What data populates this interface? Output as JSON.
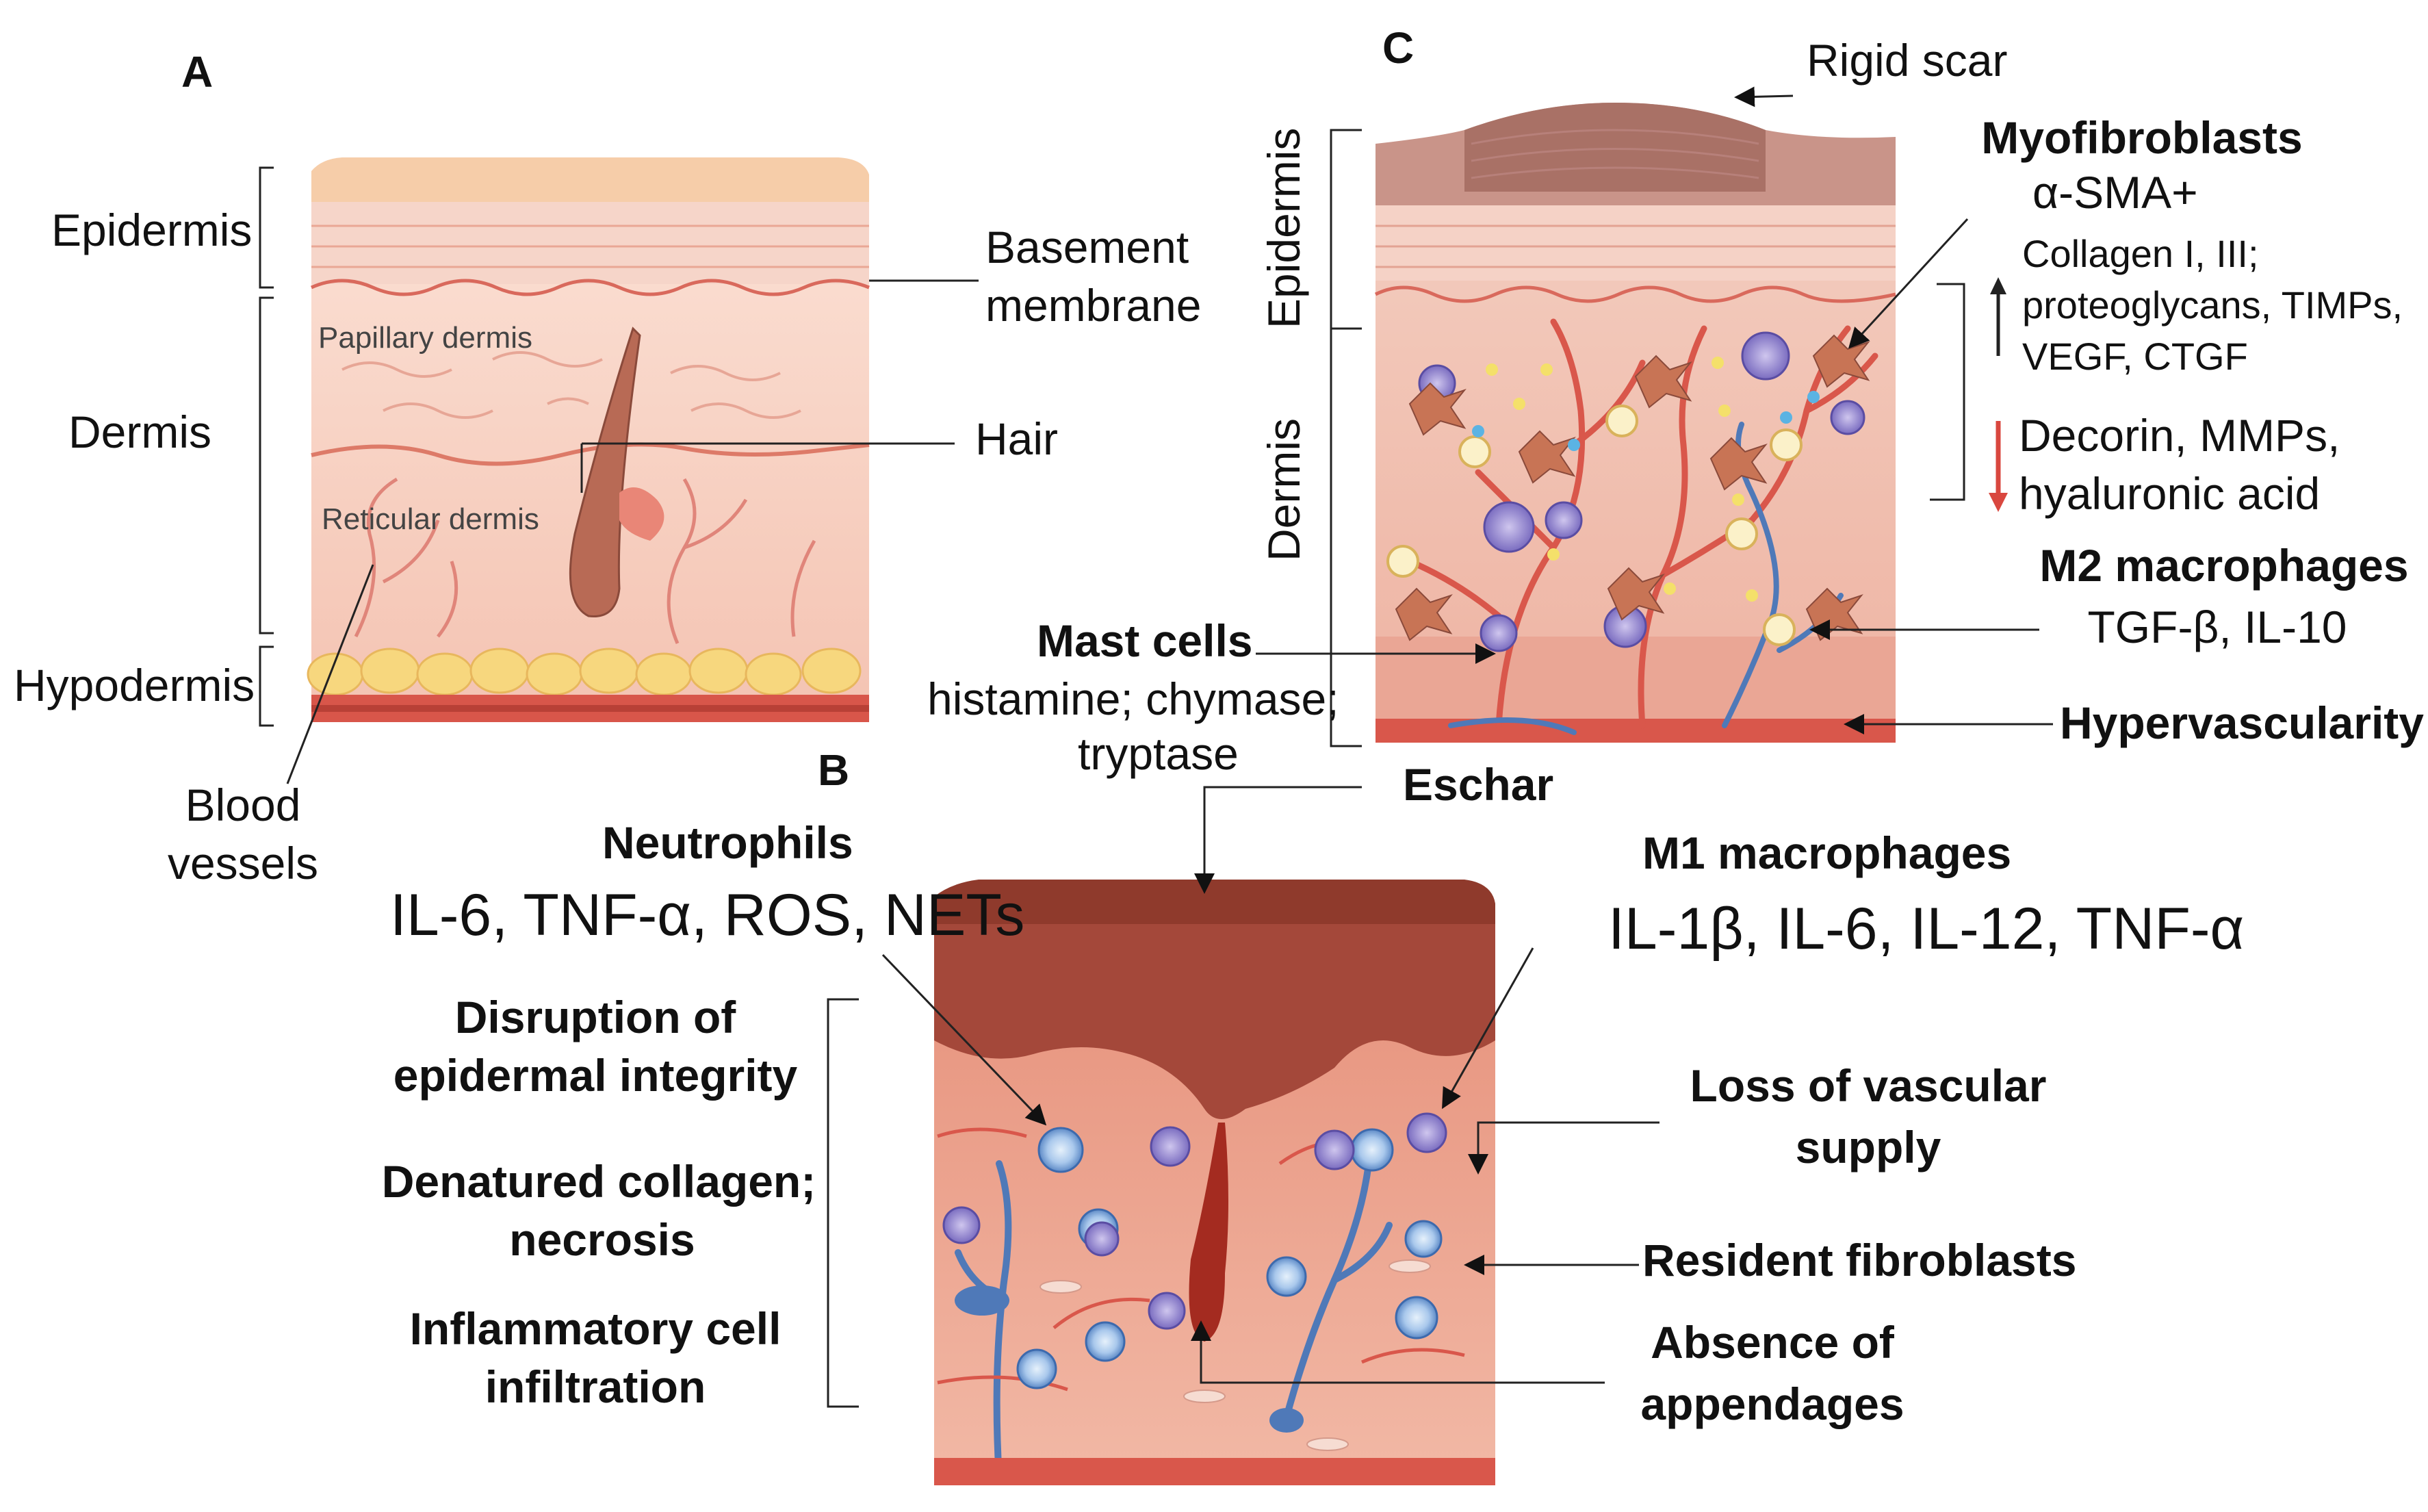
{
  "panel_a": {
    "letter": "A",
    "epidermis": "Epidermis",
    "dermis": "Dermis",
    "hypodermis": "Hypodermis",
    "papillary_dermis": "Papillary dermis",
    "reticular_dermis": "Reticular dermis",
    "basement_membrane_line1": "Basement",
    "basement_membrane_line2": "membrane",
    "hair": "Hair",
    "blood_vessels_line1": "Blood",
    "blood_vessels_line2": "vessels"
  },
  "panel_b": {
    "letter": "B",
    "eschar": "Eschar",
    "neutrophils_title": "Neutrophils",
    "neutrophils_markers": "IL-6, TNF-α, ROS, NETs",
    "m1_title": "M1 macrophages",
    "m1_markers": "IL-1β, IL-6, IL-12, TNF-α",
    "disruption_line1": "Disruption of",
    "disruption_line2": "epidermal integrity",
    "denatured_line1": "Denatured collagen;",
    "denatured_line2": "necrosis",
    "inflammatory_line1": "Inflammatory cell",
    "inflammatory_line2": "infiltration",
    "loss_vascular_line1": "Loss of vascular",
    "loss_vascular_line2": "supply",
    "resident_fibroblasts": "Resident fibroblasts",
    "absence_line1": "Absence of",
    "absence_line2": "appendages"
  },
  "panel_c": {
    "letter": "C",
    "rigid_scar": "Rigid scar",
    "epidermis": "Epidermis",
    "dermis": "Dermis",
    "myofibroblasts_title": "Myofibroblasts",
    "myofibroblasts_marker": "α-SMA+",
    "up_line1": "Collagen I, III;",
    "up_line2": "proteoglycans, TIMPs,",
    "up_line3": "VEGF, CTGF",
    "down_line1": "Decorin, MMPs,",
    "down_line2": "hyaluronic acid",
    "m2_title": "M2 macrophages",
    "m2_markers": "TGF-β, IL-10",
    "mast_title": "Mast cells",
    "mast_line1": "histamine; chymase;",
    "mast_line2": "tryptase",
    "hypervascularity": "Hypervascularity"
  },
  "colors": {
    "skin_light": "#f7d2c4",
    "skin_mid": "#f0b7a6",
    "epidermis_top": "#f5c9a9",
    "fat": "#f7d77e",
    "vessel_red": "#d9574b",
    "vessel_blue": "#4f79b8",
    "eschar": "#8f3a2c",
    "scar": "#c48f84",
    "up_arrow": "#222222",
    "down_arrow": "#d9473f"
  }
}
